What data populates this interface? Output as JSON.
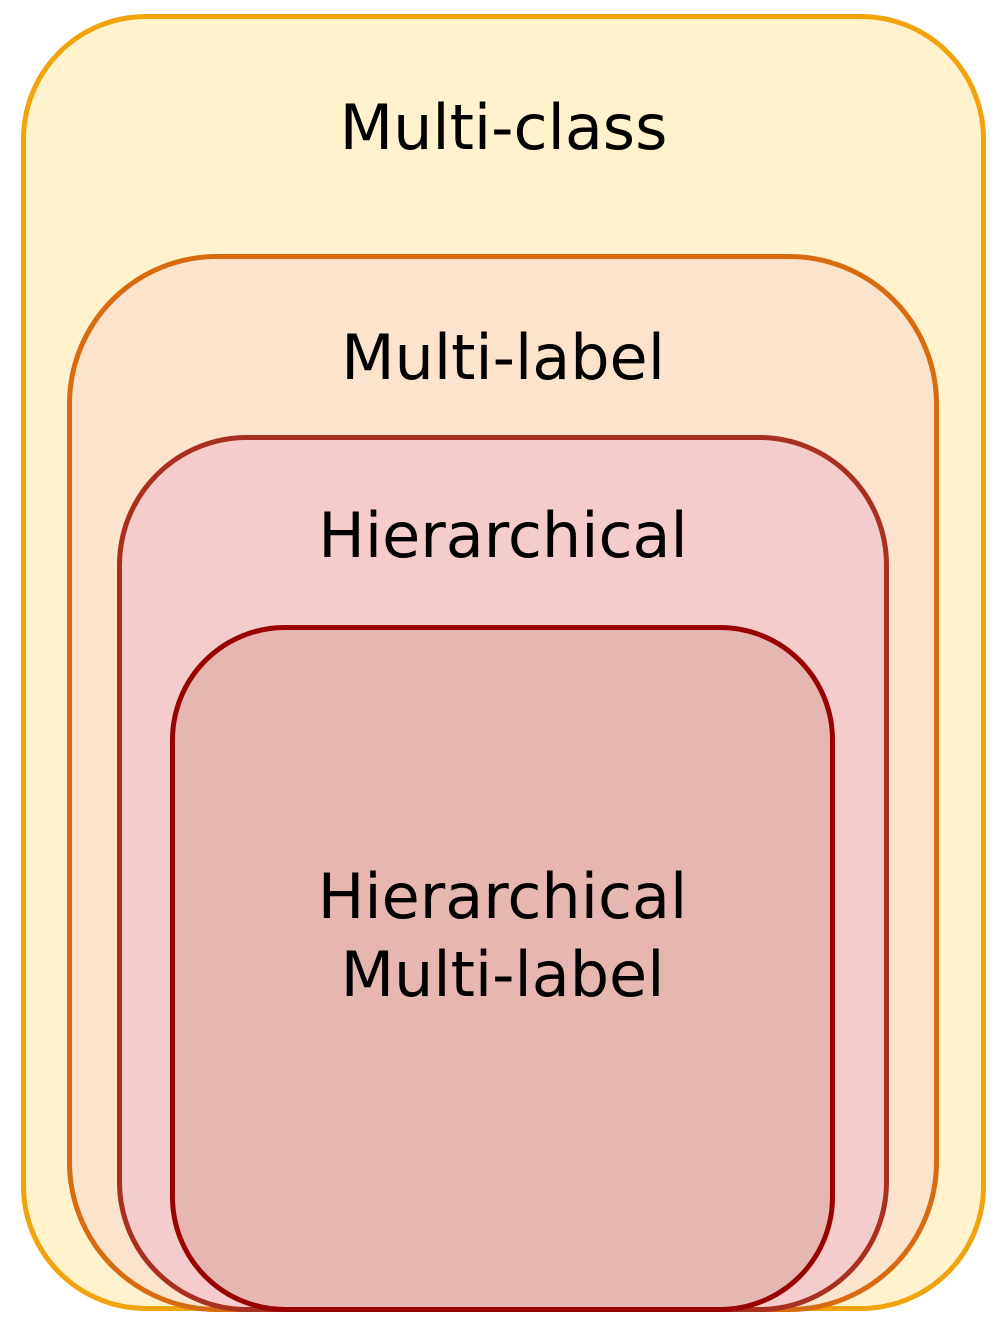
{
  "diagram": {
    "sets": [
      {
        "id": "multi_class",
        "label": [
          "Multi-class"
        ],
        "fill": "#fff2cc",
        "stroke": "#f0a30a"
      },
      {
        "id": "multi_label",
        "label": [
          "Multi-label"
        ],
        "fill": "#fce4cc",
        "stroke": "#d86a10"
      },
      {
        "id": "hierarchical",
        "label": [
          "Hierarchical"
        ],
        "fill": "#f4cccc",
        "stroke": "#a8301f"
      },
      {
        "id": "hierarchical_multi_label",
        "label": [
          "Hierarchical",
          "Multi-label"
        ],
        "fill": "#e6b6b0",
        "stroke": "#990000"
      }
    ]
  }
}
